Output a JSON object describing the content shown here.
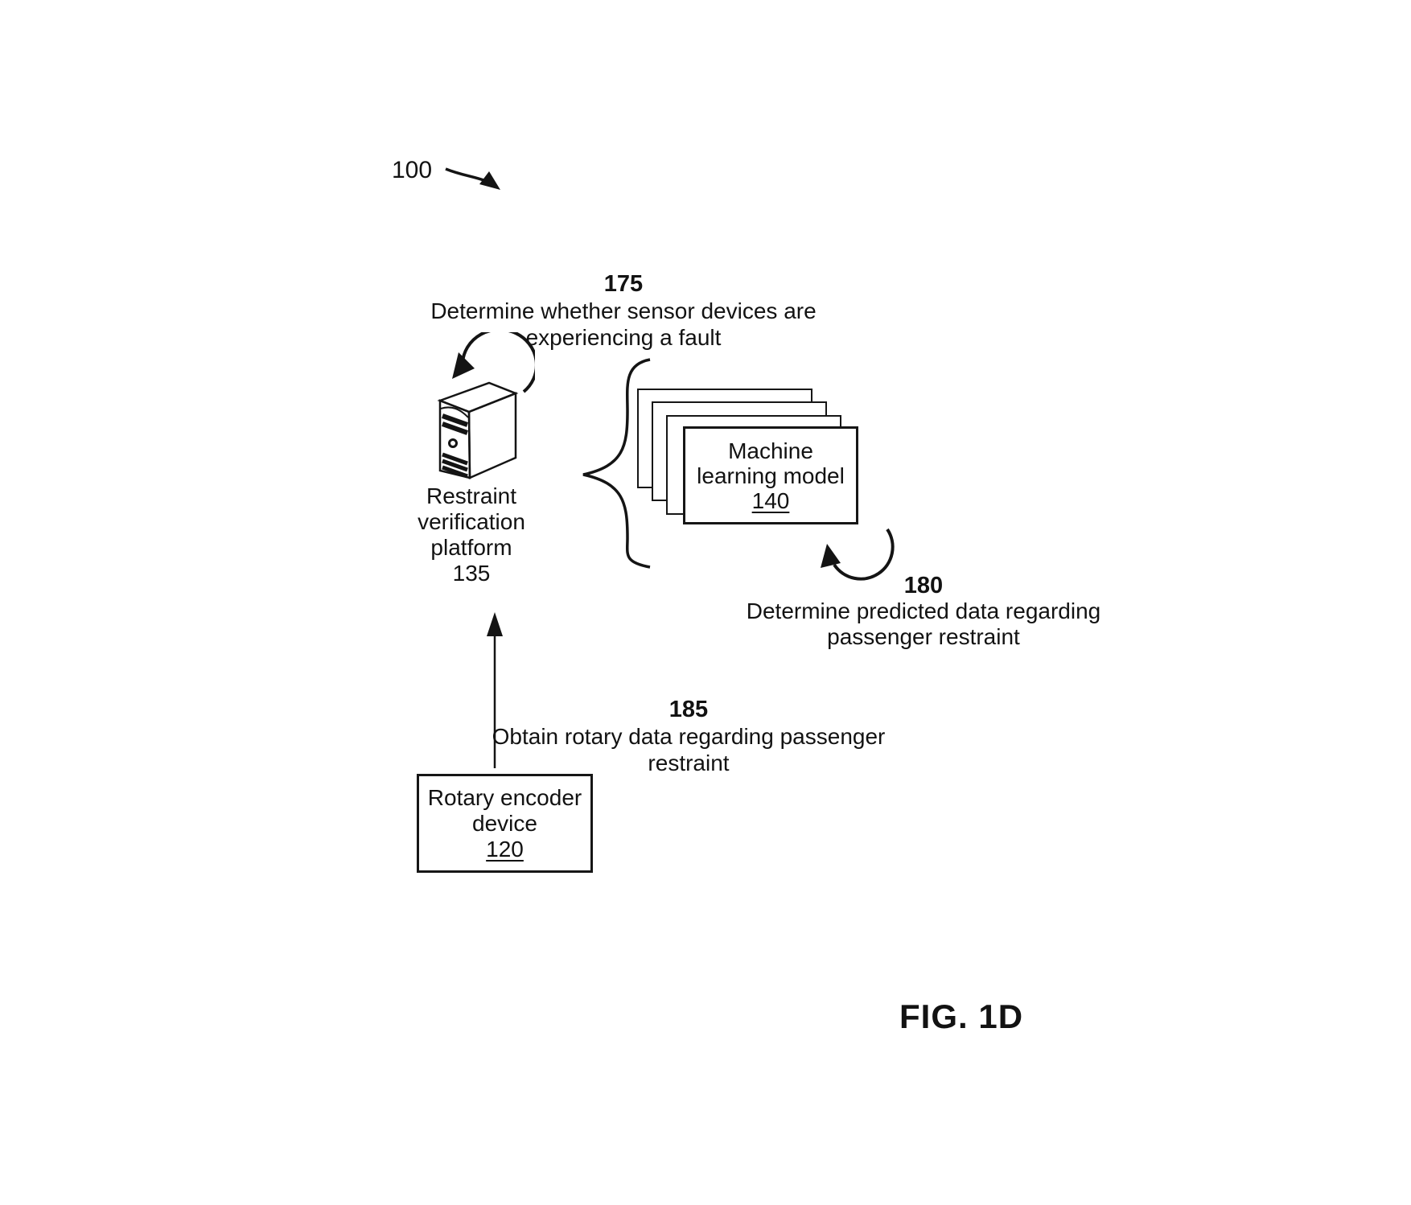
{
  "colors": {
    "ink": "#141414",
    "paper": "#ffffff"
  },
  "figure": {
    "reference": "100",
    "caption": "FIG. 1D"
  },
  "callouts": {
    "c175": {
      "number": "175",
      "lines": [
        "Determine whether sensor devices are",
        "experiencing a fault"
      ]
    },
    "c180": {
      "number": "180",
      "lines": [
        "Determine predicted data regarding",
        "passenger restraint"
      ]
    },
    "c185": {
      "number": "185",
      "lines": [
        "Obtain rotary data regarding passenger",
        "restraint"
      ]
    }
  },
  "nodes": {
    "platform": {
      "lines": [
        "Restraint",
        "verification",
        "platform"
      ],
      "reference": "135"
    },
    "ml_model": {
      "lines": [
        "Machine",
        "learning model"
      ],
      "reference": "140"
    },
    "rotary": {
      "lines": [
        "Rotary encoder",
        "device"
      ],
      "reference": "120"
    }
  },
  "icons": {
    "server": "server-tower-icon",
    "rotate_top": "rotate-arrow-icon",
    "rotate_bottom": "rotate-arrow-icon",
    "brace": "curly-brace",
    "up_arrow": "up-arrow",
    "lead_arrow": "curved-lead-arrow"
  }
}
